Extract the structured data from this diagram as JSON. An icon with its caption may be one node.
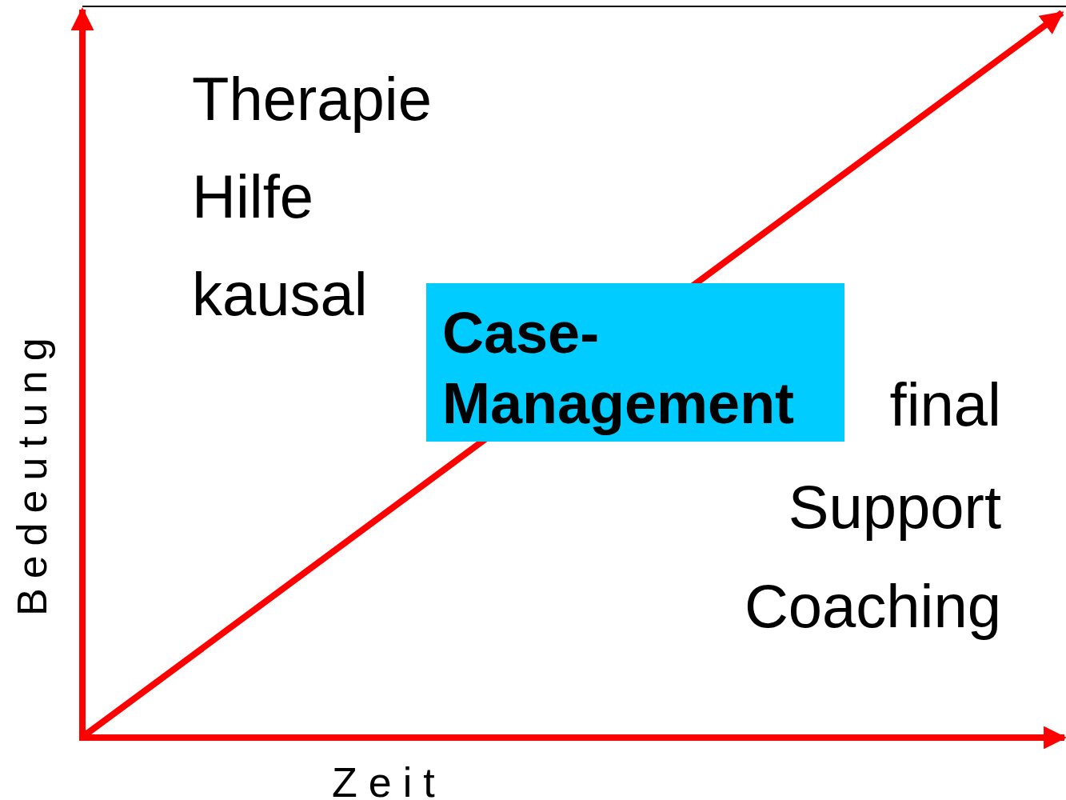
{
  "diagram": {
    "nodes": [
      {
        "text": [
          "Case-Management"
        ]
      }
    ],
    "edges": [],
    "labels": [
      "Therapie",
      "Hilfe",
      "kausal",
      "final",
      "Support",
      "Coaching",
      "Bedeutung",
      "Zeit"
    ]
  }
}
